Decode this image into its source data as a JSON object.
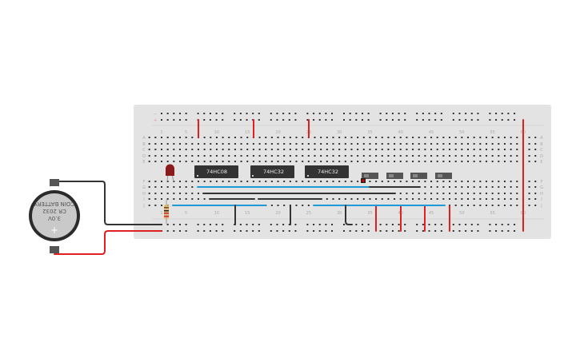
{
  "breadboard": {
    "row_letters_top": [
      "A",
      "B",
      "C",
      "D",
      "E"
    ],
    "row_letters_bottom": [
      "F",
      "G",
      "H",
      "I",
      "J"
    ],
    "column_numbers": [
      "1",
      "5",
      "10",
      "15",
      "20",
      "25",
      "30",
      "35",
      "40",
      "45",
      "50",
      "55",
      "60"
    ],
    "rail_labels": {
      "minus": "−",
      "plus": "+"
    },
    "color": "#e3e3e3"
  },
  "chips": [
    {
      "label": "74HC08"
    },
    {
      "label": "74HC32"
    },
    {
      "label": "74HC32"
    }
  ],
  "battery": {
    "lines": [
      "3.0V",
      "CR 2032",
      "COIN BATTERY"
    ],
    "plus_symbol": "+"
  },
  "components": {
    "led_color": "#8b1a1a",
    "switch_count": 4
  },
  "wire_colors": {
    "red": "#e02020",
    "black": "#333333",
    "blue": "#1e9bd7"
  }
}
